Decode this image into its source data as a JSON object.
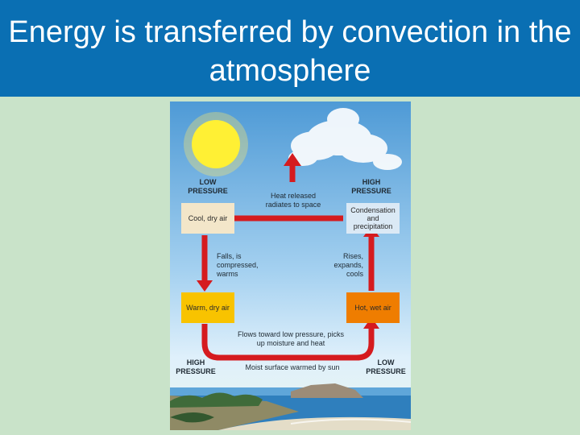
{
  "title": "Energy is transferred by convection in the atmosphere",
  "diagram": {
    "low_pressure_top": "LOW PRESSURE",
    "high_pressure_top": "HIGH PRESSURE",
    "heat_released": "Heat released radiates to space",
    "cool_dry_air": "Cool, dry air",
    "condensation": "Condensation and precipitation",
    "falls": "Falls, is compressed, warms",
    "rises": "Rises, expands, cools",
    "warm_dry_air": "Warm, dry air",
    "hot_wet_air": "Hot, wet air",
    "flows": "Flows toward low pressure, picks up moisture and heat",
    "high_pressure_bottom": "HIGH PRESSURE",
    "moist_surface": "Moist surface warmed by sun",
    "low_pressure_bottom": "LOW PRESSURE"
  },
  "colors": {
    "header": "#0a6fb3",
    "background": "#c9e3c9",
    "arrow": "#d51b1f",
    "cool_box": "#f3e6c9",
    "warm_box": "#f8c300",
    "hot_box": "#ef7d00"
  }
}
